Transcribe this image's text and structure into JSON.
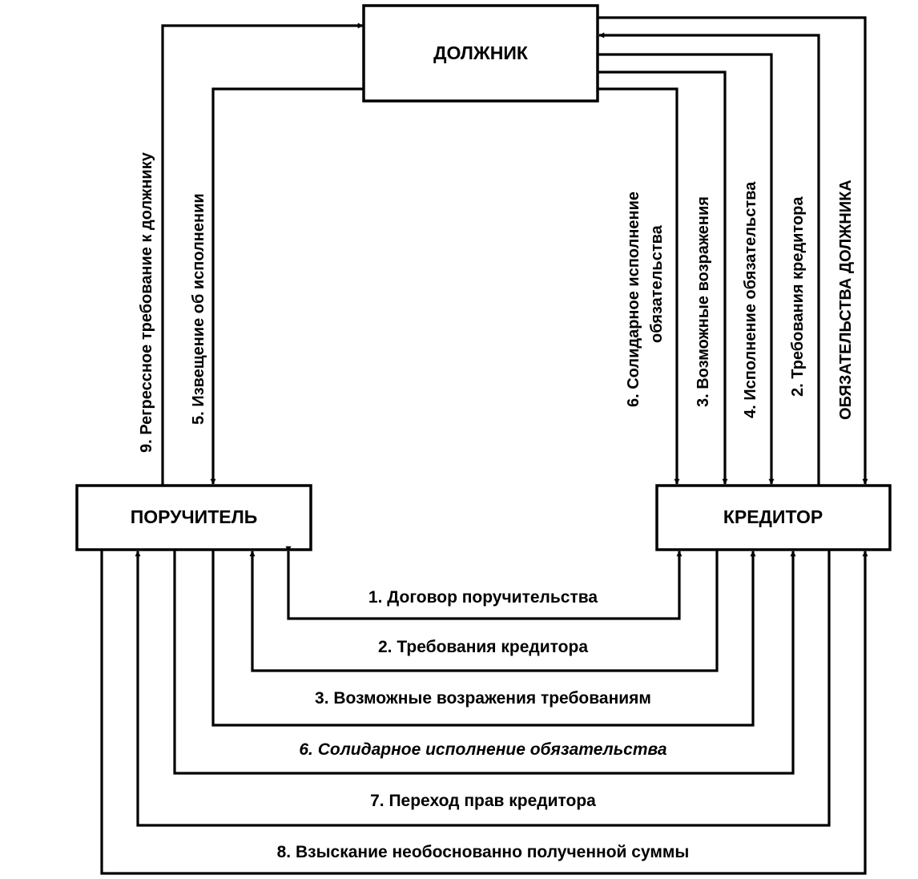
{
  "nodes": {
    "debtor": "ДОЛЖНИК",
    "guarantor": "ПОРУЧИТЕЛЬ",
    "creditor": "КРЕДИТОР"
  },
  "bottom_labels": {
    "l1": "1. Договор поручительства",
    "l2": "2. Требования кредитора",
    "l3": "3. Возможные возражения требованиям",
    "l6": "6. Солидарное исполнение обязательства",
    "l7": "7. Переход прав кредитора",
    "l8": "8. Взыскание необоснованно полученной суммы"
  },
  "vertical_labels": {
    "l9": "9. Регрессное требование к должнику",
    "l5": "5. Извещение об исполнении",
    "l6_line1": "6. Солидарное исполнение",
    "l6_line2": "обязательства",
    "l3": "3. Возможные возражения",
    "l4": "4. Исполнение обязательства",
    "l2": "2. Требования кредитора",
    "obligations": "ОБЯЗАТЕЛЬСТВА ДОЛЖНИКА"
  }
}
